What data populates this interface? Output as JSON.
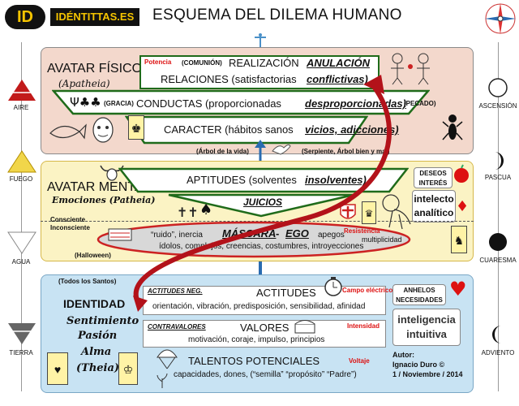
{
  "header": {
    "logo_text": "ID",
    "brand": "IDÉNTITTAS.ES",
    "title": "ESQUEMA DEL DILEMA HUMANO"
  },
  "left_column": {
    "aire": "AIRE",
    "fuego": "FUEGO",
    "agua": "AGUA",
    "tierra": "TIERRA"
  },
  "right_column": {
    "ascension": "ASCENSIÓN",
    "pascua": "PASCUA",
    "cuaresma": "CUARESMA",
    "adviento": "ADVIENTO"
  },
  "fisico": {
    "title": "AVATAR FÍSICO",
    "subtitle": "(Apatheia)",
    "potencia": "Potencia",
    "comunion": "(COMUNIÓN)",
    "realizacion": "REALIZACIÓN",
    "anulacion": "ANULACIÓN",
    "relaciones": "RELACIONES (satisfactorias",
    "conflictivas": "conflictivas)",
    "gracia": "(GRACIA)",
    "conductas": "CONDUCTAS (proporcionadas",
    "desproporcionadas": "desproporcionadas)",
    "pecado": "(PECADO)",
    "caracter": "CARACTER (hábitos sanos",
    "vicios": "vicios, adicciones)",
    "arbol_vida": "(Árbol de la vida)",
    "serpiente": "(Serpiente, Árbol bien y mal)"
  },
  "mental": {
    "title": "AVATAR MENTAL",
    "subtitle": "Emociones (Patheia)",
    "aptitudes": "APTITUDES (solventes",
    "insolventes": "insolventes)",
    "juicios": "JUICIOS",
    "consciente": "Consciente",
    "inconsciente": "Inconsciente",
    "halloween": "(Halloween)",
    "ruido": "“ruido”, inercia",
    "mascara": "MÁSCARA",
    "ego": "EGO",
    "apegos": "apegos",
    "resistencia": "Resistencia",
    "multiplicidad": "multiplicidad",
    "idolos": "ídolos, complejos, creencias, costumbres, introyecciones",
    "deseos": "DESEOS\nINTERÉS",
    "intelecto": "intelecto\nanalítico"
  },
  "identidad": {
    "todos_santos": "(Todos los Santos)",
    "title": "IDENTIDAD",
    "sentimiento": "Sentimiento",
    "pasion": "Pasión",
    "alma": "Alma",
    "theia": "(Theia)",
    "actitudes_neg": "ACTITUDES NEG.",
    "actitudes": "ACTITUDES",
    "campo": "Campo eléctrico +/-",
    "actitudes_list": "orientación, vibración, predisposición, sensibilidad, afinidad",
    "contravalores": "CONTRAVALORES",
    "valores": "VALORES",
    "intensidad": "Intensidad",
    "valores_list": "motivación, coraje, impulso, principios",
    "talentos": "TALENTOS POTENCIALES",
    "voltaje": "Voltaje",
    "talentos_list": "capacidades, dones, (“semilla” “propósito” “Padre”)",
    "anhelos": "ANHELOS\nNECESIDADES",
    "inteligencia": "inteligencia\nintuitiva",
    "autor_label": "Autor:",
    "autor": "Ignacio Duro ©",
    "fecha": "1 / Noviembre / 2014"
  },
  "colors": {
    "fisico_bg": "#f3d8cc",
    "mental_bg": "#fbf3c4",
    "identidad_bg": "#c8e3f3",
    "green_frame": "#1f6b1a",
    "red_arrow": "#b3121a",
    "logo_yellow": "#f5c400"
  }
}
